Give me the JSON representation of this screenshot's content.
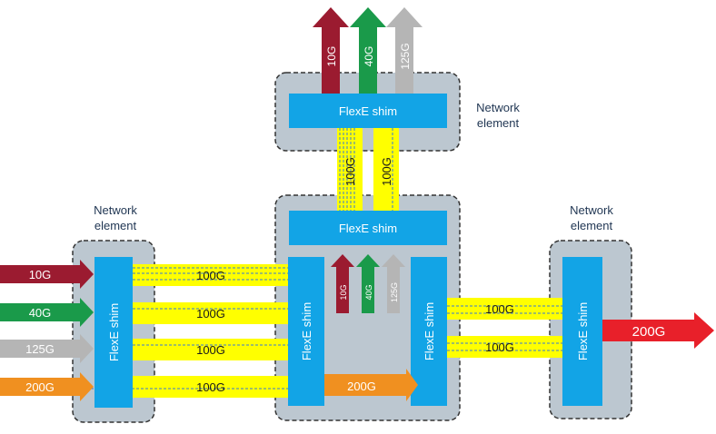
{
  "labels": {
    "network_element": [
      "Network",
      "element"
    ],
    "flexe_shim": "FlexE shim",
    "link_100g": "100G",
    "out_200g": "200G"
  },
  "left_inputs": [
    "10G",
    "40G",
    "125G",
    "200G"
  ],
  "top_outputs": [
    "10G",
    "40G",
    "125G"
  ],
  "inner_outputs": [
    "10G",
    "40G",
    "125G"
  ],
  "colors": {
    "box_fill": "#bcc7d0",
    "box_stroke": "#333333",
    "shim": "#12a4e6",
    "link": "#ffff00",
    "c10g": "#9b1b30",
    "c40g": "#1a9a4a",
    "c125g": "#b5b5b5",
    "c200g_in": "#f09020",
    "c200g_out": "#e8202a",
    "text_dark": "#1f3552"
  }
}
